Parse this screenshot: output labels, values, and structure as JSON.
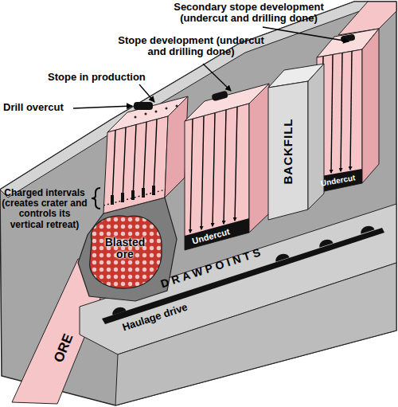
{
  "diagram": {
    "nodes": [
      {
        "text": [
          "BACKFILL"
        ]
      },
      {
        "text": [
          "Blasted ore"
        ]
      }
    ],
    "labels": [
      "Secondary stope development (undercut and drilling done)",
      "Stope development (undercut and drilling done)",
      "Stope in production",
      "Drill overcut",
      "Charged intervals (creates crater and controls its vertical retreat)",
      "Undercut",
      "DRAWPOINTS",
      "Haulage drive",
      "Undercut",
      "ORE"
    ]
  }
}
